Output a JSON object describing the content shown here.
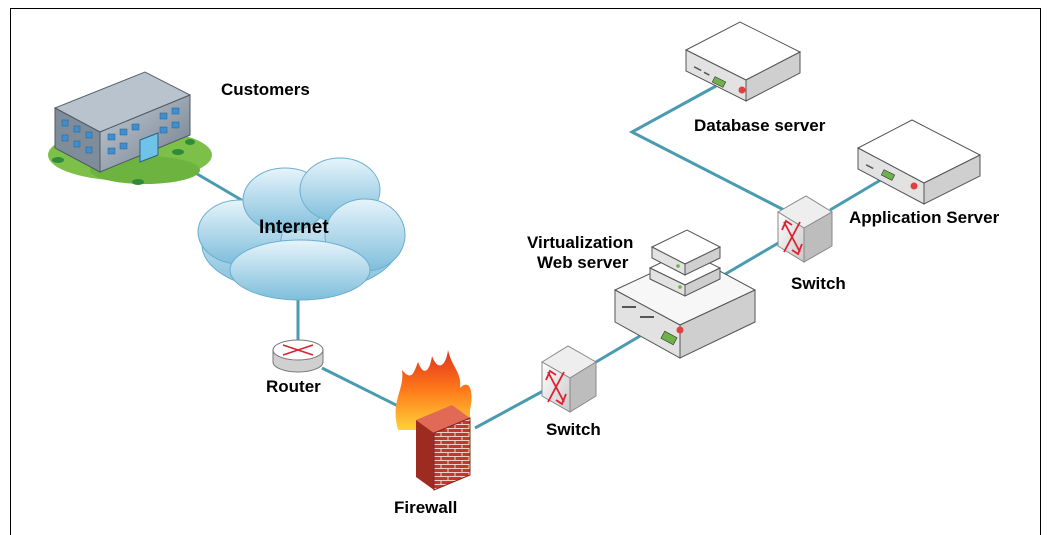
{
  "diagram": {
    "labels": {
      "customers": "Customers",
      "internet": "Internet",
      "router": "Router",
      "firewall": "Firewall",
      "switch_lower": "Switch",
      "virtualization_line1": "Virtualization",
      "virtualization_line2": "Web server",
      "switch_upper": "Switch",
      "database_server": "Database server",
      "application_server": "Application Server"
    },
    "nodes": [
      {
        "id": "customers",
        "icon": "building-icon"
      },
      {
        "id": "internet",
        "icon": "cloud-icon"
      },
      {
        "id": "router",
        "icon": "router-icon"
      },
      {
        "id": "firewall",
        "icon": "firewall-icon"
      },
      {
        "id": "switch_lower",
        "icon": "switch-icon"
      },
      {
        "id": "virtualization_web_server",
        "icon": "server-stack-icon"
      },
      {
        "id": "switch_upper",
        "icon": "switch-icon"
      },
      {
        "id": "database_server",
        "icon": "server-icon"
      },
      {
        "id": "application_server",
        "icon": "server-icon"
      }
    ],
    "connections": [
      [
        "customers",
        "internet"
      ],
      [
        "internet",
        "router"
      ],
      [
        "router",
        "firewall"
      ],
      [
        "firewall",
        "switch_lower"
      ],
      [
        "switch_lower",
        "virtualization_web_server"
      ],
      [
        "virtualization_web_server",
        "switch_upper"
      ],
      [
        "switch_upper",
        "database_server"
      ],
      [
        "switch_upper",
        "application_server"
      ]
    ],
    "colors": {
      "link": "#4a9bb0",
      "cloud": "#a9d3e6",
      "server_top": "#ffffff",
      "server_side": "#d9d9d9",
      "server_led": "#e04040",
      "server_panel": "#6db34a",
      "brick": "#c0392b",
      "flame": "#ff7a1a",
      "building": "#9aa6b2",
      "grass": "#7cc04a"
    }
  }
}
